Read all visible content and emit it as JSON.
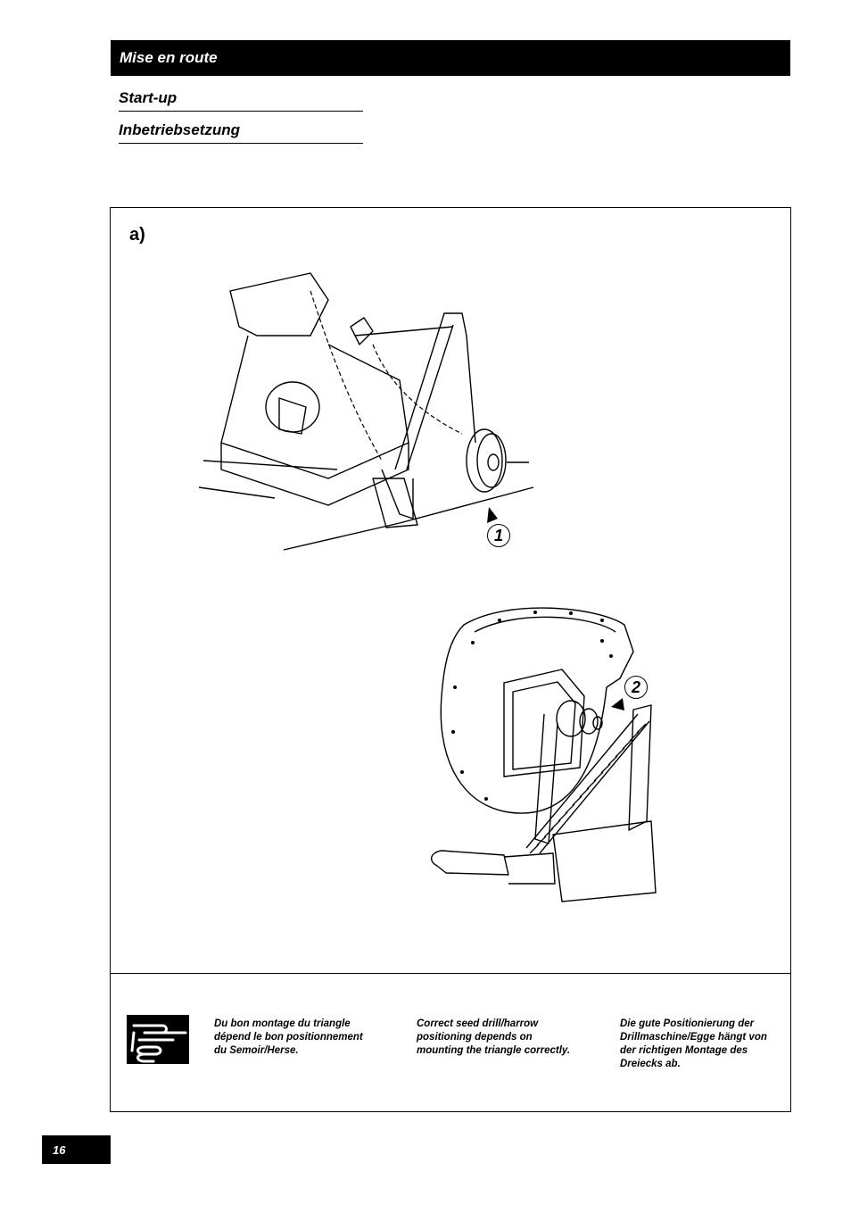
{
  "header": {
    "title": "Mise en route",
    "subtitle_en": "Start-up",
    "subtitle_de": "Inbetriebsetzung"
  },
  "figure": {
    "label": "a)",
    "callout_1": "1",
    "callout_2": "2"
  },
  "notes": {
    "icon": "hand-pointing-icon",
    "fr": "Du bon montage du triangle dépend le bon positionnement du Semoir/Herse.",
    "en": "Correct seed drill/harrow positioning depends on mounting the triangle correctly.",
    "de": "Die gute Positionierung der Drillmaschine/Egge hängt von der richtigen Montage des Dreiecks ab."
  },
  "footer": {
    "page_number": "16"
  }
}
